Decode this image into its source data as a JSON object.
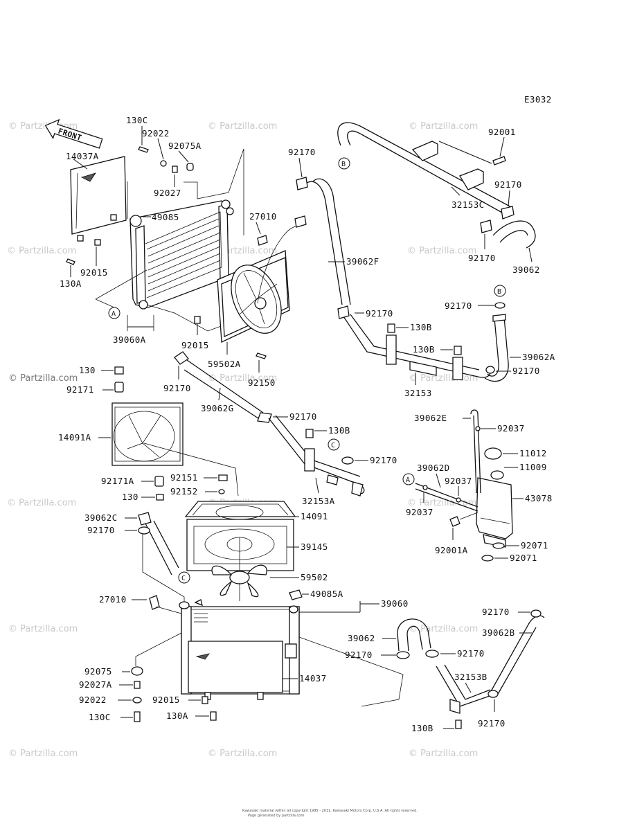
{
  "diagram_code": "E3032",
  "watermark": "© Partzilla.com",
  "front_arrow_label": "FRONT",
  "ref_markers": [
    "A",
    "B",
    "C"
  ],
  "copyright_lines": [
    "Kawasaki material within all copyright 1995 - 2011, Kawasaki Motors Corp. U.S.A. All rights reserved.",
    "Page generated by partzilla.com"
  ],
  "labels": {
    "l_130C_top": "130C",
    "l_92022_top": "92022",
    "l_92075A": "92075A",
    "l_14037A": "14037A",
    "l_92027_top": "92027",
    "l_49085": "49085",
    "l_92015_left": "92015",
    "l_130A_top": "130A",
    "l_39060A": "39060A",
    "l_27010_top": "27010",
    "l_92170_a": "92170",
    "l_39062F": "39062F",
    "l_92001": "92001",
    "l_32153C": "32153C",
    "l_92170_b": "92170",
    "l_92170_c": "92170",
    "l_39062": "39062",
    "l_92170_d": "92170",
    "l_130B_a": "130B",
    "l_92170_e": "92170",
    "l_130B_b": "130B",
    "l_39062A": "39062A",
    "l_92170_f": "92170",
    "l_32153": "32153",
    "l_92015_mid": "92015",
    "l_59502A": "59502A",
    "l_92150": "92150",
    "l_92170_g": "92170",
    "l_39062G": "39062G",
    "l_130_a": "130",
    "l_92171": "92171",
    "l_92170_h": "92170",
    "l_130B_c": "130B",
    "l_39062E": "39062E",
    "l_92037_a": "92037",
    "l_14091A": "14091A",
    "l_92170_i": "92170",
    "l_11012": "11012",
    "l_11009": "11009",
    "l_39062D": "39062D",
    "l_92171A": "92171A",
    "l_92151": "92151",
    "l_92037_b": "92037",
    "l_130_b": "130",
    "l_92152": "92152",
    "l_32153A": "32153A",
    "l_92037_c": "92037",
    "l_43078": "43078",
    "l_14091": "14091",
    "l_39062C": "39062C",
    "l_92170_j": "92170",
    "l_39145": "39145",
    "l_92001A": "92001A",
    "l_92071_a": "92071",
    "l_92071_b": "92071",
    "l_59502": "59502",
    "l_27010_bot": "27010",
    "l_49085A": "49085A",
    "l_39060": "39060",
    "l_92170_k": "92170",
    "l_39062B": "39062B",
    "l_39062_bot": "39062",
    "l_92170_l": "92170",
    "l_92170_m": "92170",
    "l_92075": "92075",
    "l_14037": "14037",
    "l_92027A": "92027A",
    "l_32153B": "32153B",
    "l_92022_bot": "92022",
    "l_92015_bot": "92015",
    "l_130C_bot": "130C",
    "l_130A_bot": "130A",
    "l_130B_d": "130B",
    "l_92170_n": "92170"
  }
}
